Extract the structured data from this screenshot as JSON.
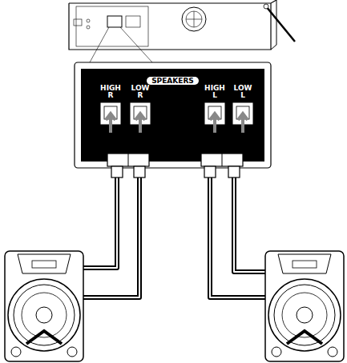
{
  "diagram": {
    "nodes": [
      {
        "text": [
          "SPEAKERS"
        ]
      }
    ],
    "labels": [
      "HIGH R",
      "LOW R",
      "HIGH L",
      "LOW L"
    ]
  }
}
